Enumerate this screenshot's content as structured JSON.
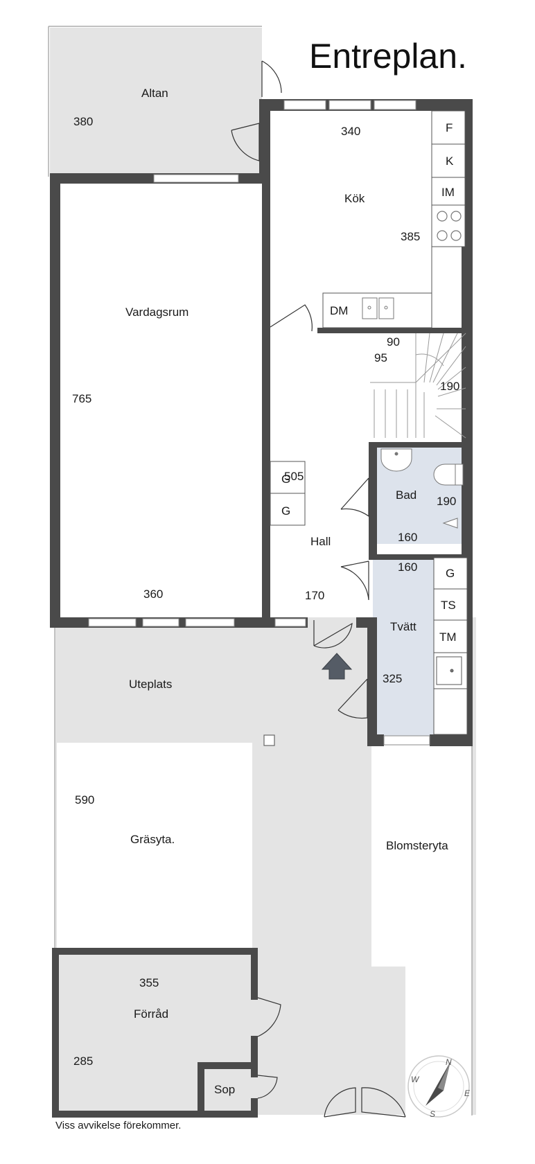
{
  "title": "Entreplan.",
  "footnote": "Viss avvikelse förekommer.",
  "rooms": {
    "altan": "Altan",
    "kok": "Kök",
    "vardagsrum": "Vardagsrum",
    "hall": "Hall",
    "bad": "Bad",
    "tvatt": "Tvätt",
    "uteplats": "Uteplats",
    "grasyta": "Gräsyta.",
    "blomsteryta": "Blomsteryta",
    "forrad": "Förråd",
    "sop": "Sop"
  },
  "fixtures": {
    "f": "F",
    "k": "K",
    "im": "IM",
    "dm": "DM",
    "g_hall_1": "G",
    "g_hall_2": "G",
    "g_tvatt": "G",
    "ts": "TS",
    "tm": "TM"
  },
  "dimensions": {
    "altan": "380",
    "kok_width": "340",
    "kok_depth": "385",
    "vardagsrum_depth": "765",
    "vardagsrum_width": "360",
    "stair_90": "90",
    "stair_95": "95",
    "stair_190": "190",
    "hall_505": "505",
    "bad_190": "190",
    "bad_160": "160",
    "tvatt_160": "160",
    "hall_170": "170",
    "tvatt_325": "325",
    "grasyta_590": "590",
    "forrad_355": "355",
    "forrad_285": "285"
  },
  "compass": {
    "n": "N",
    "s": "S",
    "e": "E",
    "w": "W"
  },
  "colors": {
    "wall": "#4a4a4a",
    "outdoor": "#e4e4e4",
    "wet_room": "#dde3ec",
    "window": "#ffffff"
  }
}
